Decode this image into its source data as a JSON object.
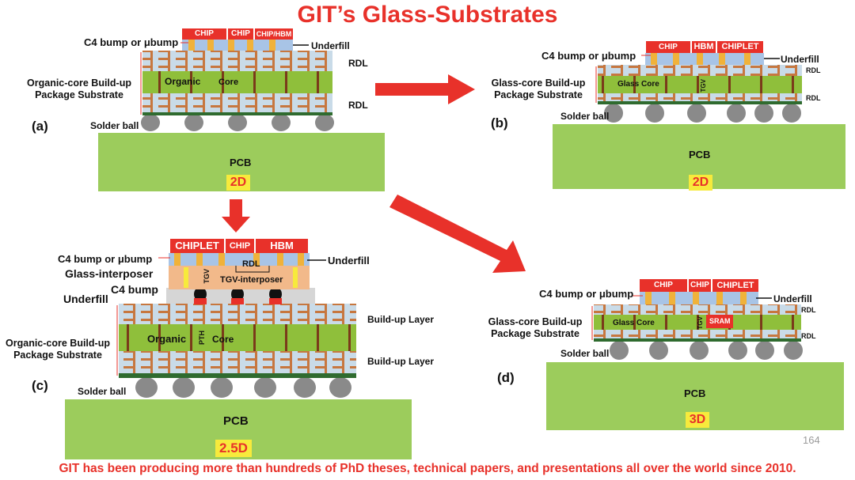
{
  "title": "GIT’s Glass-Substrates",
  "footer": "GIT has been producing more than hundreds of PhD theses, technical papers, and presentations all over the world since 2010.",
  "page_number": "164",
  "colors": {
    "accent_red": "#e8312a",
    "pcb_green": "#9ccc5c",
    "core_green": "#8fbf3b",
    "badge_yellow": "#f7ea3c",
    "interposer_peach": "#f2b98a"
  },
  "panel_a": {
    "label": "(a)",
    "chips": [
      "CHIP",
      "CHIP",
      "CHIP/HBM"
    ],
    "bump_label": "C4 bump or μbump",
    "underfill": "Underfill",
    "rdl_top": "RDL",
    "rdl_bottom": "RDL",
    "substrate_label": "Organic-core Build-up Package Substrate",
    "core_left": "Organic",
    "core_right": "Core",
    "solder": "Solder ball",
    "pcb": "PCB",
    "badge": "2D"
  },
  "panel_b": {
    "label": "(b)",
    "chips": [
      "CHIP",
      "HBM",
      "CHIPLET"
    ],
    "bump_label": "C4 bump or μbump",
    "underfill": "Underfill",
    "rdl_top": "RDL",
    "rdl_bottom": "RDL",
    "substrate_label": "Glass-core Build-up Package Substrate",
    "core": "Glass Core",
    "tgv": "TGV",
    "solder": "Solder ball",
    "pcb": "PCB",
    "badge": "2D"
  },
  "panel_c": {
    "label": "(c)",
    "chips": [
      "CHIPLET",
      "CHIP",
      "HBM"
    ],
    "bump_label": "C4 bump or μbump",
    "underfill": "Underfill",
    "rdl": "RDL",
    "glass_interposer": "Glass-interposer",
    "tgv": "TGV",
    "tgv_interposer": "TGV-interposer",
    "c4_bump": "C4 bump",
    "underfill2": "Underfill",
    "buildup_top": "Build-up Layer",
    "buildup_bottom": "Build-up Layer",
    "substrate_label": "Organic-core Build-up Package Substrate",
    "core_left": "Organic",
    "pth": "PTH",
    "core_right": "Core",
    "solder": "Solder ball",
    "pcb": "PCB",
    "badge": "2.5D"
  },
  "panel_d": {
    "label": "(d)",
    "chips": [
      "CHIP",
      "CHIP",
      "CHIPLET"
    ],
    "bump_label": "C4 bump or μbump",
    "underfill": "Underfill",
    "rdl_top": "RDL",
    "rdl_bottom": "RDL",
    "substrate_label": "Glass-core Build-up Package Substrate",
    "core": "Glass Core",
    "tgv": "TGV",
    "sram": "SRAM",
    "solder": "Solder ball",
    "pcb": "PCB",
    "badge": "3D"
  }
}
